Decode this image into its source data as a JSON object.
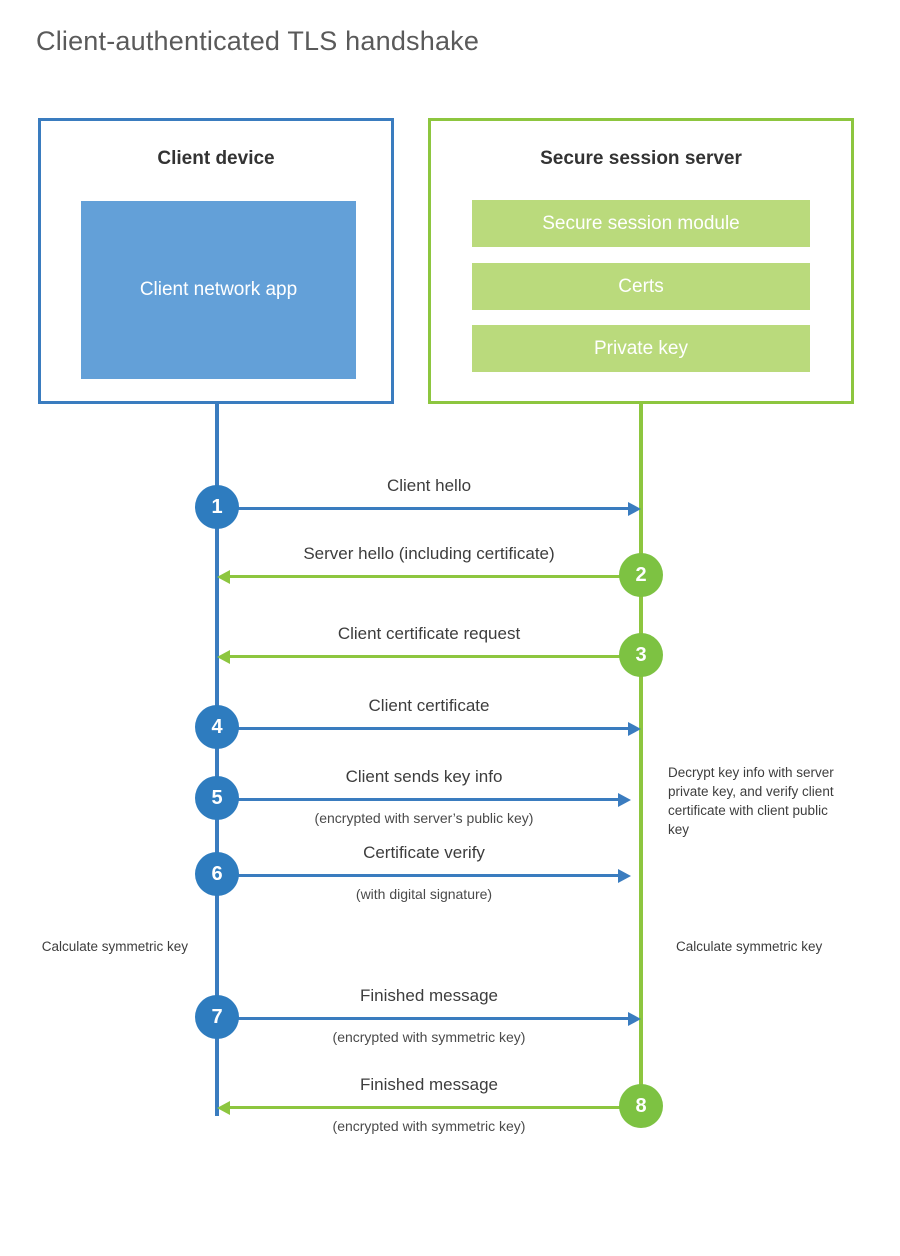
{
  "title": "Client-authenticated TLS handshake",
  "colors": {
    "client_border": "#3a7cbf",
    "client_fill": "#63a0d8",
    "client_circle": "#2e7cbf",
    "server_border": "#8dc63f",
    "server_fill": "#bada7c",
    "server_circle": "#7dc242",
    "text": "#3d3d3d",
    "background": "#ffffff"
  },
  "actors": {
    "client": {
      "title": "Client device",
      "blocks": [
        {
          "label": "Client network app"
        }
      ]
    },
    "server": {
      "title": "Secure session server",
      "blocks": [
        {
          "label": "Secure session module"
        },
        {
          "label": "Certs"
        },
        {
          "label": "Private key"
        }
      ]
    }
  },
  "steps": [
    {
      "number": "1",
      "label": "Client hello",
      "sublabel": "",
      "direction": "client-to-server",
      "side": "client"
    },
    {
      "number": "2",
      "label": "Server hello (including certificate)",
      "sublabel": "",
      "direction": "server-to-client",
      "side": "server"
    },
    {
      "number": "3",
      "label": "Client certificate request",
      "sublabel": "",
      "direction": "server-to-client",
      "side": "server"
    },
    {
      "number": "4",
      "label": "Client certificate",
      "sublabel": "",
      "direction": "client-to-server",
      "side": "client"
    },
    {
      "number": "5",
      "label": "Client sends key info",
      "sublabel": "(encrypted with server’s public key)",
      "direction": "client-to-server",
      "side": "client"
    },
    {
      "number": "6",
      "label": "Certificate verify",
      "sublabel": "(with digital signature)",
      "direction": "client-to-server",
      "side": "client"
    },
    {
      "number": "7",
      "label": "Finished message",
      "sublabel": "(encrypted with symmetric key)",
      "direction": "client-to-server",
      "side": "client"
    },
    {
      "number": "8",
      "label": "Finished message",
      "sublabel": "(encrypted with symmetric key)",
      "direction": "server-to-client",
      "side": "server"
    }
  ],
  "notes": {
    "server_decrypt": "Decrypt key info with server private key, and verify client certificate with client public key",
    "client_calculate": "Calculate symmetric key",
    "server_calculate": "Calculate symmetric key"
  }
}
